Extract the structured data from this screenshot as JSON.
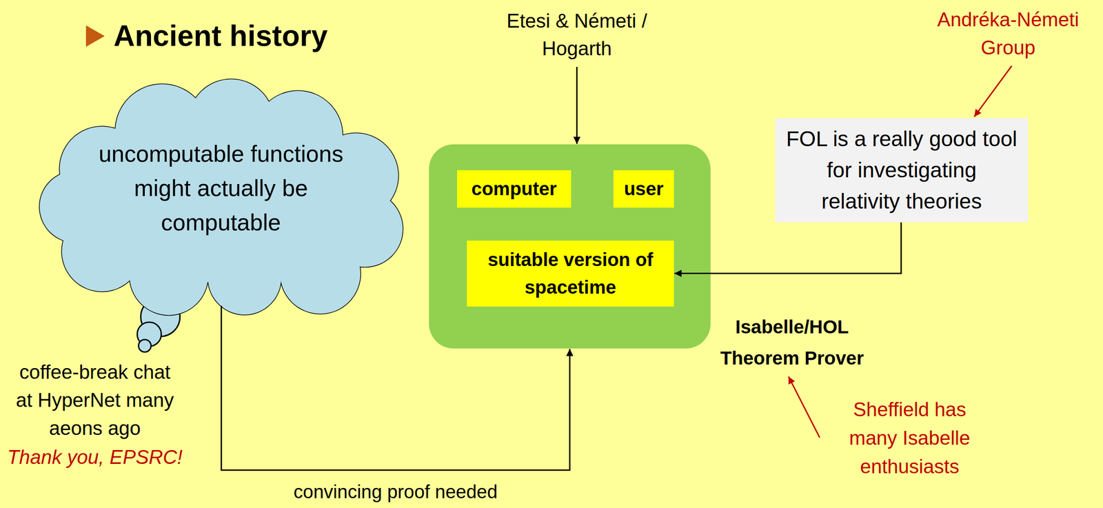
{
  "diagram": {
    "title": "Ancient history",
    "nodes": [
      {
        "text": [
          "uncomputable functions might actually be computable"
        ]
      },
      {
        "text": [
          "Etesi & Németi / Hogarth"
        ]
      },
      {
        "text": [
          "Isabelle/HOL Theorem Prover"
        ]
      },
      {
        "text": [
          "computer"
        ],
        "in": 2
      },
      {
        "text": [
          "user"
        ],
        "in": 2
      },
      {
        "text": [
          "suitable version of spacetime"
        ],
        "in": 2
      },
      {
        "text": [
          "Andréka-Németi Group"
        ]
      },
      {
        "text": [
          "FOL is a really good tool for investigating relativity theories"
        ]
      },
      {
        "text": [
          "Sheffield has many Isabelle enthusiasts"
        ]
      }
    ],
    "edges": [
      {
        "from": 1,
        "to": 2,
        "arrow": "to"
      },
      {
        "from": 6,
        "to": 7,
        "arrow": "to"
      },
      {
        "from": 7,
        "to": 5,
        "arrow": "to"
      },
      {
        "from": 0,
        "to": 2,
        "label": "convincing proof needed",
        "arrow": "to"
      },
      {
        "from": 8,
        "to": 2,
        "arrow": "to"
      }
    ],
    "labels": [
      "coffee-break chat at HyperNet many aeons ago",
      "Thank you, EPSRC!"
    ]
  }
}
